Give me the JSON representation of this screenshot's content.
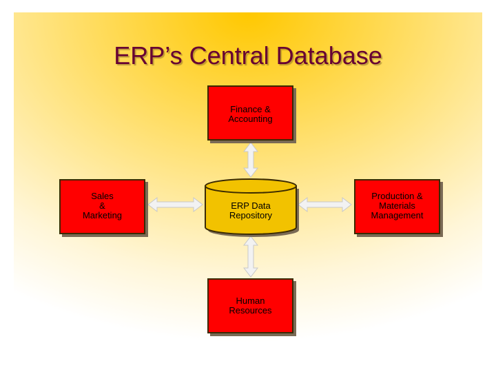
{
  "slide": {
    "title": "ERP’s Central Database"
  },
  "nodes": {
    "finance": "Finance &\nAccounting",
    "repository": "ERP Data\nRepository",
    "human_resources": "Human\nResources",
    "sales": "Sales\n&\nMarketing",
    "production": "Production &\nMaterials\nManagement"
  },
  "colors": {
    "box_fill": "#ff0000",
    "cylinder_fill": "#f2c200",
    "title_color": "#660033",
    "arrow_fill": "#f2f2f2"
  }
}
